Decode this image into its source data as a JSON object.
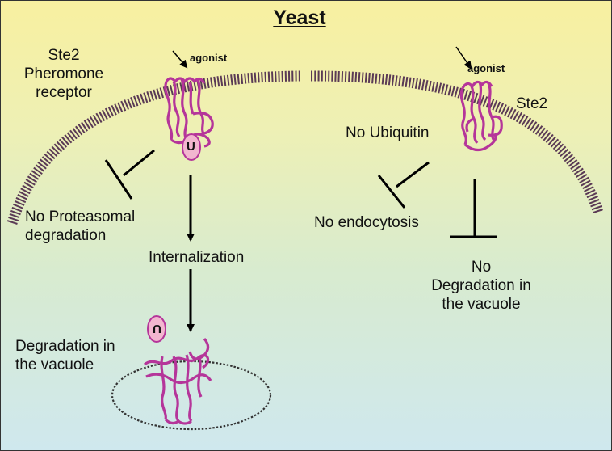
{
  "title": "Yeast",
  "left": {
    "receptor_label": [
      "Ste2",
      "Pheromone",
      "receptor"
    ],
    "agonist_label": "agonist",
    "ubiquitin_symbol": "U",
    "no_proteasomal": [
      "No Proteasomal",
      "degradation"
    ],
    "internalization": "Internalization",
    "degradation_vacuole": [
      "Degradation in",
      "the vacuole"
    ]
  },
  "right": {
    "agonist_label": "agonist",
    "receptor_label": "Ste2",
    "no_ubiquitin": "No Ubiquitin",
    "no_endocytosis": "No endocytosis",
    "no_degradation": [
      "No",
      "Degradation in",
      "the vacuole"
    ]
  },
  "colors": {
    "receptor": "#b5359a",
    "ubiquitin_fill": "#f2b6cf",
    "membrane": "#5a3a55",
    "arrow": "#000000"
  }
}
